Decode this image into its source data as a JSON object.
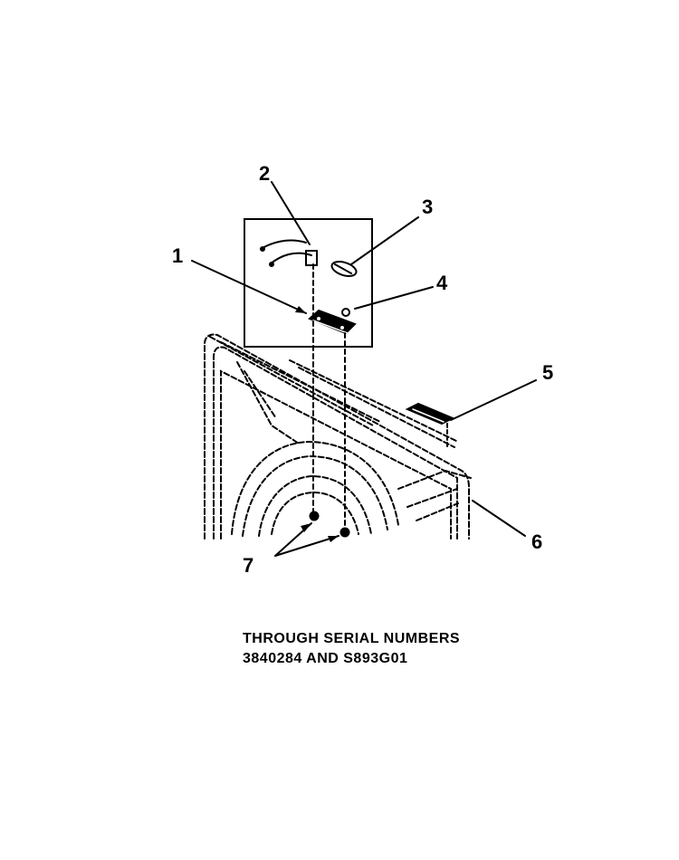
{
  "callouts": {
    "c1": "1",
    "c2": "2",
    "c3": "3",
    "c4": "4",
    "c5": "5",
    "c6": "6",
    "c7": "7"
  },
  "caption": {
    "line1": "THROUGH SERIAL NUMBERS",
    "line2": "3840284 AND S893G01"
  }
}
